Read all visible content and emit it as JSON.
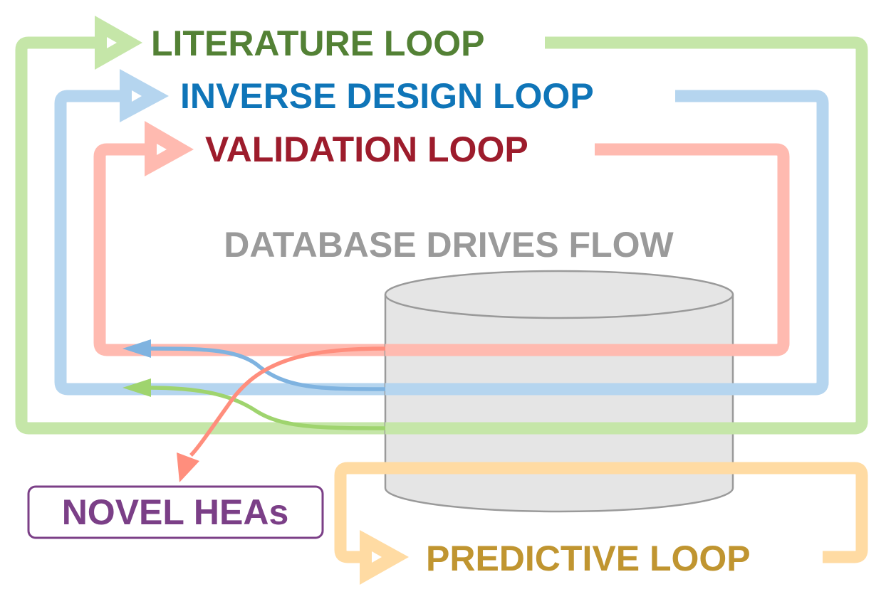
{
  "loops": {
    "literature": {
      "label": "LITERATURE LOOP",
      "color": "#538135",
      "line_color": "#c5e6a8"
    },
    "inverse_design": {
      "label": "INVERSE DESIGN LOOP",
      "color": "#0f75b8",
      "line_color": "#b5d5ef"
    },
    "validation": {
      "label": "VALIDATION LOOP",
      "color": "#9d1c2c",
      "line_color": "#ffbab0"
    },
    "predictive": {
      "label": "PREDICTIVE LOOP",
      "color": "#c09530",
      "line_color": "#ffdba3"
    }
  },
  "center": {
    "label": "DATABASE DRIVES FLOW",
    "color": "#9a9a9a"
  },
  "output": {
    "label": "NOVEL HEAs",
    "color": "#7b3f87"
  },
  "database_icon": {
    "name": "database-cylinder-icon",
    "fill": "#e5e5e5",
    "stroke": "#9a9a9a"
  },
  "flow_colors": {
    "validation": "#ff8e7d",
    "inverse_design": "#7fb3e0",
    "literature": "#9fd46e"
  }
}
